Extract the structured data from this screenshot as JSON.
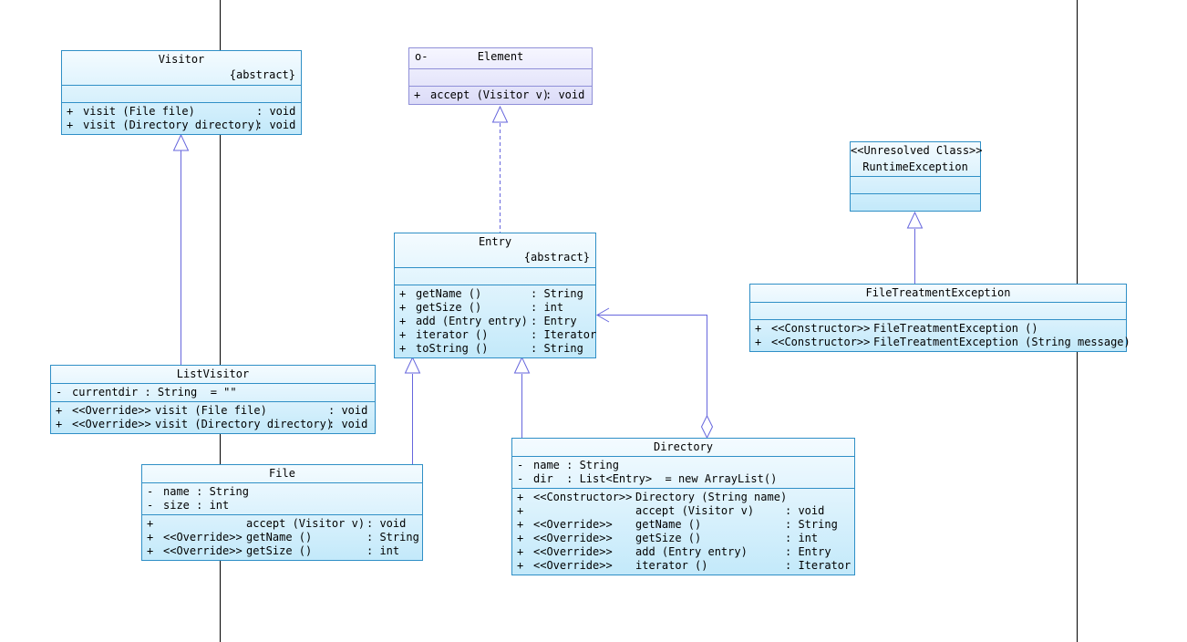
{
  "classes": {
    "visitor": {
      "name": "Visitor",
      "tag": "{abstract}",
      "methods": [
        {
          "vis": "+",
          "name": "visit (File file)",
          "type": ": void"
        },
        {
          "vis": "+",
          "name": "visit (Directory directory)",
          "type": ": void"
        }
      ]
    },
    "element": {
      "icon": "o-",
      "name": "Element",
      "methods": [
        {
          "vis": "+",
          "name": "accept (Visitor v)",
          "type": ": void"
        }
      ]
    },
    "entry": {
      "name": "Entry",
      "tag": "{abstract}",
      "methods": [
        {
          "vis": "+",
          "name": "getName ()",
          "type": ": String"
        },
        {
          "vis": "+",
          "name": "getSize ()",
          "type": ": int"
        },
        {
          "vis": "+",
          "name": "add (Entry entry)",
          "type": ": Entry"
        },
        {
          "vis": "+",
          "name": "iterator ()",
          "type": ": Iterator"
        },
        {
          "vis": "+",
          "name": "toString ()",
          "type": ": String"
        }
      ]
    },
    "runtime": {
      "stereotype": "<<Unresolved Class>>",
      "name": "RuntimeException"
    },
    "fte": {
      "name": "FileTreatmentException",
      "methods": [
        {
          "vis": "+",
          "ster": "<<Constructor>>",
          "name": "FileTreatmentException ()"
        },
        {
          "vis": "+",
          "ster": "<<Constructor>>",
          "name": "FileTreatmentException (String message)"
        }
      ]
    },
    "listvisitor": {
      "name": "ListVisitor",
      "attributes": [
        {
          "vis": "-",
          "text": "currentdir : String  = \"\""
        }
      ],
      "methods": [
        {
          "vis": "+",
          "ster": "<<Override>>",
          "name": "visit (File file)",
          "type": ": void"
        },
        {
          "vis": "+",
          "ster": "<<Override>>",
          "name": "visit (Directory directory)",
          "type": ": void"
        }
      ]
    },
    "file": {
      "name": "File",
      "attributes": [
        {
          "vis": "-",
          "text": "name : String"
        },
        {
          "vis": "-",
          "text": "size : int"
        }
      ],
      "methods": [
        {
          "vis": "+",
          "ster": "",
          "name": "accept (Visitor v)",
          "type": ": void"
        },
        {
          "vis": "+",
          "ster": "<<Override>>",
          "name": "getName ()",
          "type": ": String"
        },
        {
          "vis": "+",
          "ster": "<<Override>>",
          "name": "getSize ()",
          "type": ": int"
        }
      ]
    },
    "directory": {
      "name": "Directory",
      "attributes": [
        {
          "vis": "-",
          "text": "name : String"
        },
        {
          "vis": "-",
          "text": "dir  : List<Entry>  = new ArrayList()"
        }
      ],
      "methods": [
        {
          "vis": "+",
          "ster": "<<Constructor>>",
          "name": "Directory (String name)",
          "type": ""
        },
        {
          "vis": "+",
          "ster": "",
          "name": "accept (Visitor v)",
          "type": ": void"
        },
        {
          "vis": "+",
          "ster": "<<Override>>",
          "name": "getName ()",
          "type": ": String"
        },
        {
          "vis": "+",
          "ster": "<<Override>>",
          "name": "getSize ()",
          "type": ": int"
        },
        {
          "vis": "+",
          "ster": "<<Override>>",
          "name": "add (Entry entry)",
          "type": ": Entry"
        },
        {
          "vis": "+",
          "ster": "<<Override>>",
          "name": "iterator ()",
          "type": ": Iterator"
        }
      ]
    }
  }
}
